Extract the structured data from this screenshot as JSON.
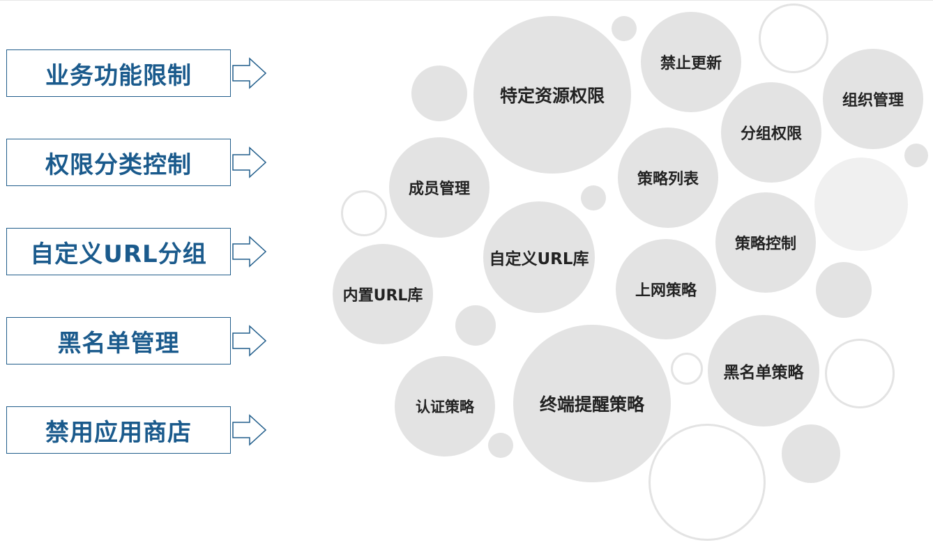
{
  "features": [
    {
      "label": "业务功能限制"
    },
    {
      "label": "权限分类控制"
    },
    {
      "label": "自定义URL分组"
    },
    {
      "label": "黑名单管理"
    },
    {
      "label": "禁用应用商店"
    }
  ],
  "arrow_icon": "hollow-right-arrow-icon",
  "colors": {
    "accent": "#1a5a8c",
    "bubble": "#e3e3e3",
    "text": "#222222"
  },
  "bubbles": [
    {
      "label": "特定资源权限"
    },
    {
      "label": "禁止更新"
    },
    {
      "label": "组织管理"
    },
    {
      "label": "分组权限"
    },
    {
      "label": "成员管理"
    },
    {
      "label": "策略列表"
    },
    {
      "label": "策略控制"
    },
    {
      "label": "自定义URL库"
    },
    {
      "label": "上网策略"
    },
    {
      "label": "内置URL库"
    },
    {
      "label": "黑名单策略"
    },
    {
      "label": "认证策略"
    },
    {
      "label": "终端提醒策略"
    }
  ]
}
